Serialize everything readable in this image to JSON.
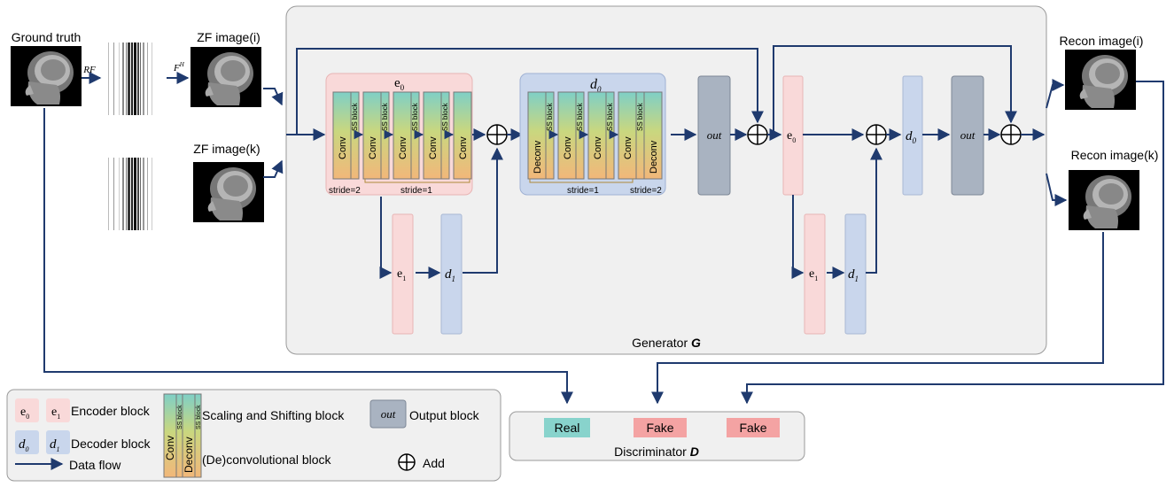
{
  "inputs": {
    "ground_truth": "Ground truth",
    "rf": "RF",
    "fh": "F",
    "fh_sup": "H",
    "zf_i": "ZF image(i)",
    "zf_k": "ZF image(k)"
  },
  "generator": {
    "title": "Generator ",
    "title_symbol": "G",
    "e0_label": "e",
    "e0_sub": "0",
    "d0_label": "d",
    "d0_sub": "0",
    "conv": "Conv",
    "deconv": "Deconv",
    "ss_block": "SS block",
    "stride2": "stride=2",
    "stride1": "stride=1",
    "out": "out",
    "e1_label": "e",
    "e1_sub": "1",
    "d1_label": "d",
    "d1_sub": "1"
  },
  "outputs": {
    "recon_i": "Recon image(i)",
    "recon_k": "Recon image(k)"
  },
  "discriminator": {
    "title": "Discriminator ",
    "title_symbol": "D",
    "real": "Real",
    "fake1": "Fake",
    "fake2": "Fake"
  },
  "legend": {
    "e0": "e",
    "e0_sub": "0",
    "e1": "e",
    "e1_sub": "1",
    "encoder": "Encoder block",
    "d0": "d",
    "d0_sub": "0",
    "d1": "d",
    "d1_sub": "1",
    "decoder": "Decoder block",
    "data_flow": "Data flow",
    "ss": "Scaling and Shifting block",
    "conv": "Conv",
    "deconv": "Deconv",
    "ss_block": "SS block",
    "deconv_block": "(De)convolutional block",
    "out": "out",
    "output_block": "Output block",
    "add": "Add"
  },
  "colors": {
    "arrow": "#1f3a6e",
    "encoder": "#f9d9d9",
    "decoder": "#c9d6ec",
    "output": "#a9b3c1",
    "generator_bg": "#f0f0f0",
    "real": "#88d3cc",
    "fake": "#f4a3a3"
  }
}
